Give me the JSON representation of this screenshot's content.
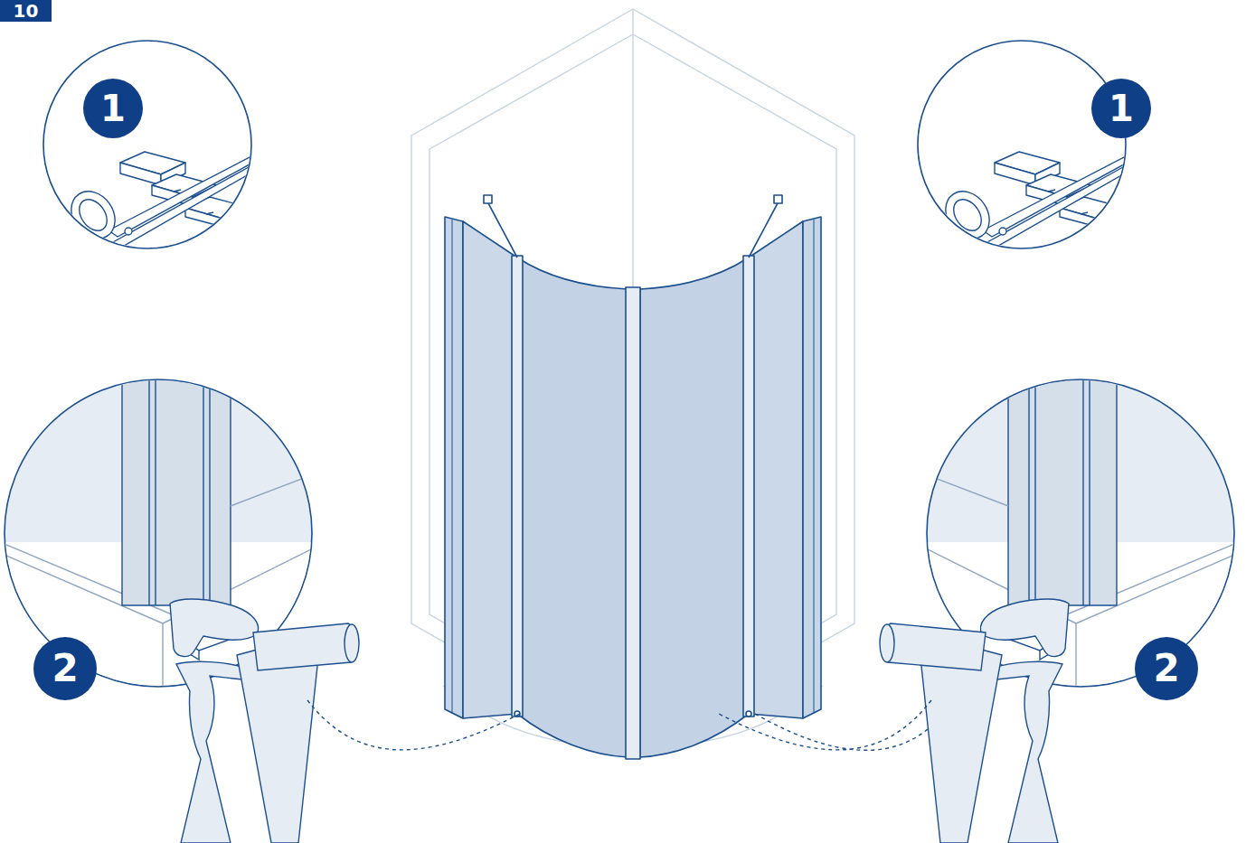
{
  "diagram": {
    "nodes": [
      {
        "text": [
          "10"
        ]
      },
      {
        "text": [
          "1"
        ]
      },
      {
        "text": [
          "1"
        ]
      },
      {
        "text": [
          "2"
        ]
      },
      {
        "text": [
          "2"
        ]
      }
    ]
  }
}
